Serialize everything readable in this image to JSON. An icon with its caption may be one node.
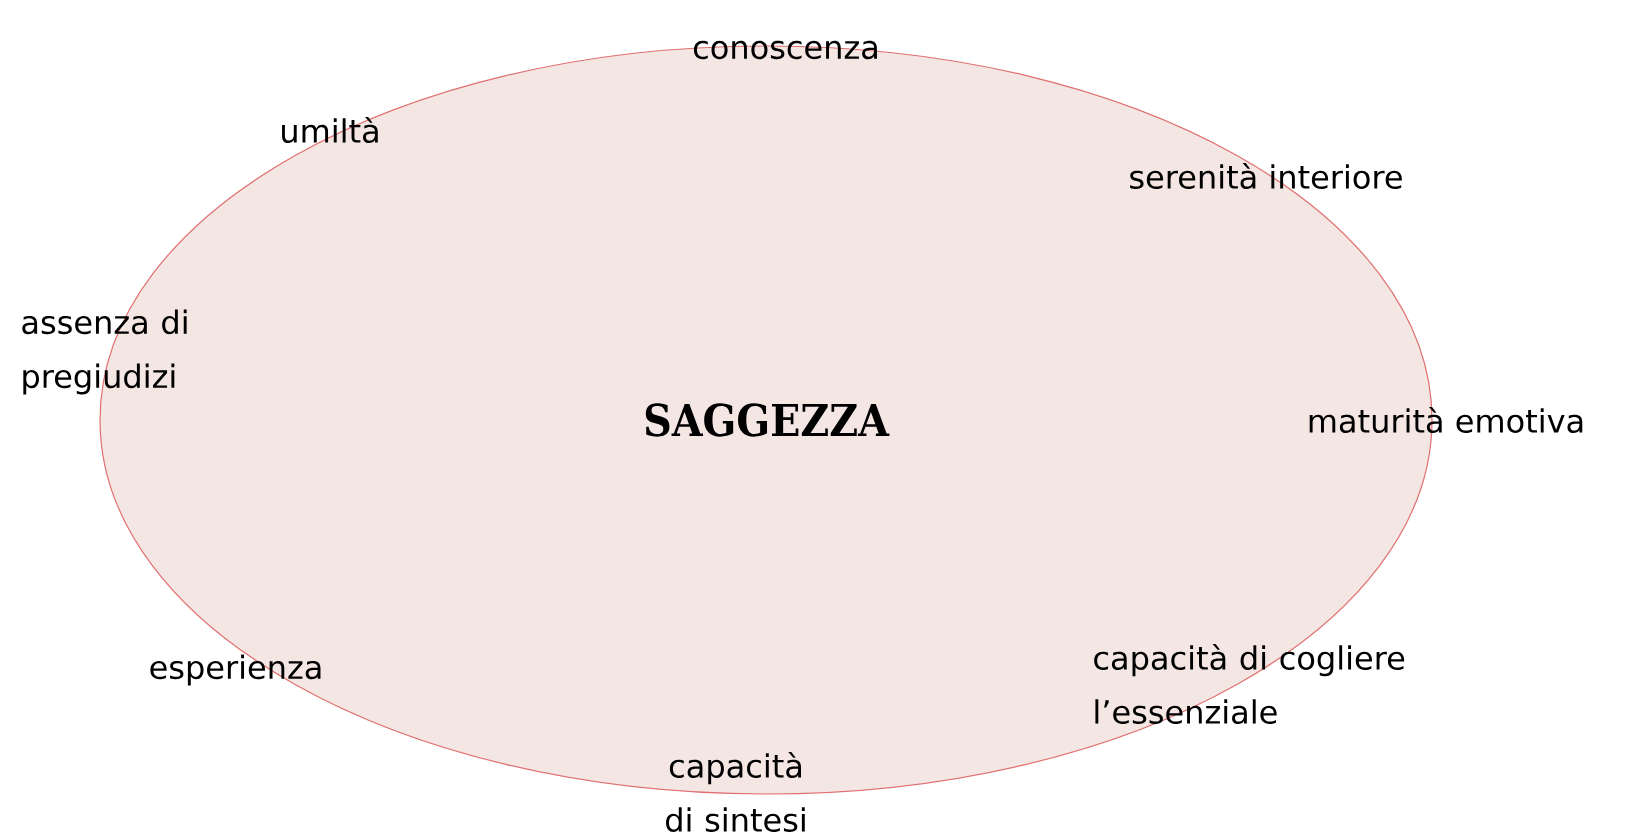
{
  "diagram": {
    "nodes": [
      {
        "text": [
          "SAGGEZZA"
        ]
      }
    ],
    "labels": [
      "conoscenza",
      "umiltà",
      "serenità interiore",
      "assenza di pregiudizi",
      "maturità emotiva",
      "esperienza",
      "capacità di cogliere l’essenziale",
      "capacità di sintesi"
    ]
  }
}
